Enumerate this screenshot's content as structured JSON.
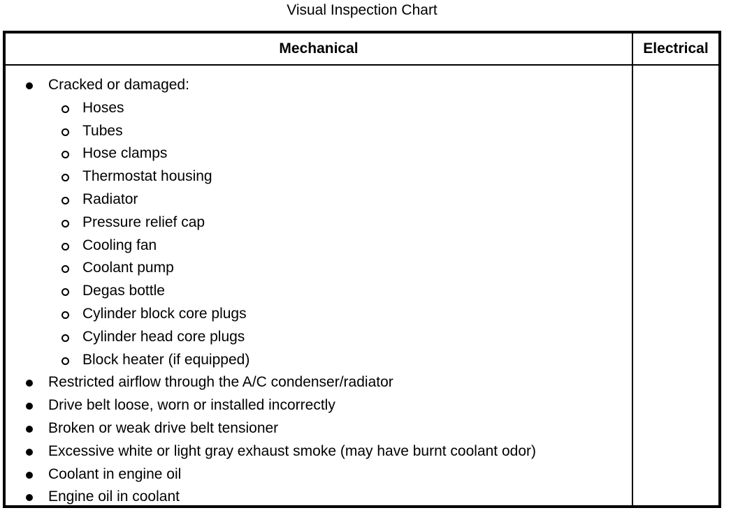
{
  "title": "Visual Inspection Chart",
  "table": {
    "columns": [
      {
        "header": "Mechanical",
        "key": "mechanical"
      },
      {
        "header": "Electrical",
        "key": "electrical"
      }
    ],
    "mechanical": {
      "items": [
        {
          "level": 1,
          "marker": "filled-disc",
          "text": "Cracked or damaged:"
        },
        {
          "level": 2,
          "marker": "hollow-circle",
          "text": "Hoses"
        },
        {
          "level": 2,
          "marker": "hollow-circle",
          "text": "Tubes"
        },
        {
          "level": 2,
          "marker": "hollow-circle",
          "text": "Hose clamps"
        },
        {
          "level": 2,
          "marker": "hollow-circle",
          "text": "Thermostat housing"
        },
        {
          "level": 2,
          "marker": "hollow-circle",
          "text": "Radiator"
        },
        {
          "level": 2,
          "marker": "hollow-circle",
          "text": "Pressure relief cap"
        },
        {
          "level": 2,
          "marker": "hollow-circle",
          "text": "Cooling fan"
        },
        {
          "level": 2,
          "marker": "hollow-circle",
          "text": "Coolant pump"
        },
        {
          "level": 2,
          "marker": "hollow-circle",
          "text": "Degas bottle"
        },
        {
          "level": 2,
          "marker": "hollow-circle",
          "text": "Cylinder block core plugs"
        },
        {
          "level": 2,
          "marker": "hollow-circle",
          "text": "Cylinder head core plugs"
        },
        {
          "level": 2,
          "marker": "hollow-circle",
          "text": "Block heater (if equipped)"
        },
        {
          "level": 1,
          "marker": "filled-disc",
          "text": "Restricted airflow through the A/C condenser/radiator"
        },
        {
          "level": 1,
          "marker": "filled-disc",
          "text": "Drive belt loose, worn or installed incorrectly"
        },
        {
          "level": 1,
          "marker": "filled-disc",
          "text": "Broken or weak drive belt tensioner"
        },
        {
          "level": 1,
          "marker": "filled-disc",
          "text": "Excessive white or light gray exhaust smoke (may have burnt coolant odor)"
        },
        {
          "level": 1,
          "marker": "filled-disc",
          "text": "Coolant in engine oil"
        },
        {
          "level": 1,
          "marker": "filled-disc",
          "text": "Engine oil in coolant"
        }
      ]
    },
    "electrical": {
      "items": []
    }
  },
  "colors": {
    "text": "#000000",
    "background": "#ffffff",
    "border": "#000000"
  }
}
